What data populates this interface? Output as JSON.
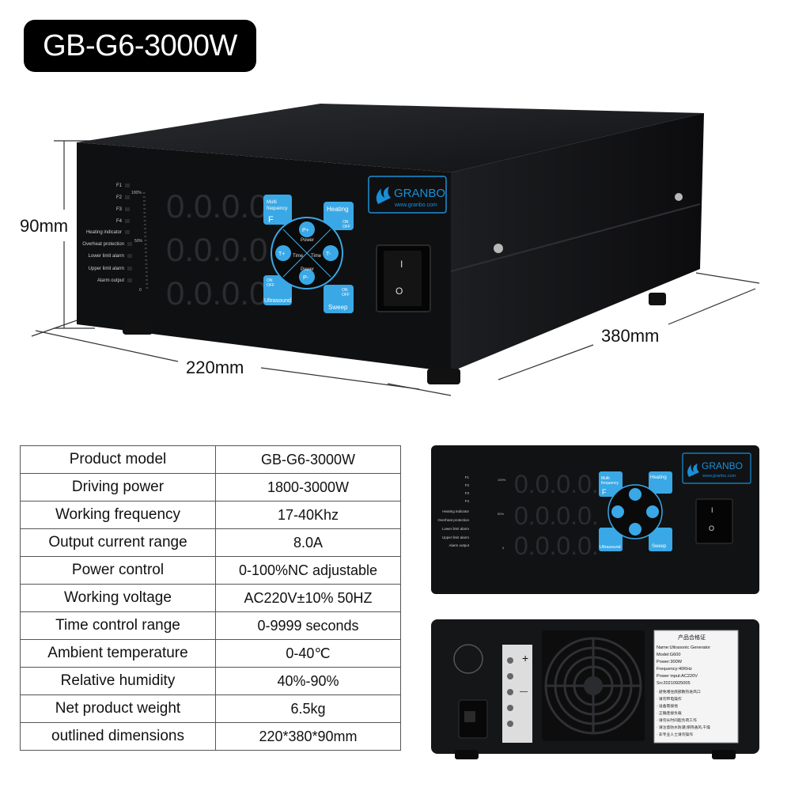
{
  "model_title": "GB-G6-3000W",
  "dimensions": {
    "height": "90mm",
    "depth": "380mm",
    "width": "220mm"
  },
  "panel": {
    "brand": "GRANBO",
    "brand_url": "www.granbo.com",
    "indicators": [
      "F1",
      "F2",
      "F3",
      "F4",
      "Heating indicator",
      "Overheat protection",
      "Lower limit alarm",
      "Upper limit alarm",
      "Alarm output"
    ],
    "scale": [
      "100%",
      "50%",
      "0"
    ],
    "digits": "0.0.0.0.",
    "buttons": {
      "multi_frequency": [
        "Multi",
        "frequency",
        "F"
      ],
      "heating": "Heating",
      "ultrasound": "Ultrasound",
      "sweep": "Sweep",
      "on": "ON",
      "off": "OFF",
      "p_plus": "P+",
      "p_minus": "P-",
      "t_plus": "T+",
      "t_minus": "T-",
      "power": "Power",
      "time": "Time"
    },
    "switch": {
      "on": "I",
      "off": "O"
    }
  },
  "rear_label": {
    "title": "产品合格证",
    "lines": [
      "Name:Ultrasonic Generator",
      "Model:G600",
      "Power:300W",
      "Frequency:40KHz",
      "Power input:AC220V",
      "Sn:20210925005"
    ],
    "notes": [
      "· 避免堵住底部散热进风口",
      "· 请勿带电操作",
      "· 设备需接地",
      "· 正确连接负载",
      "· 请勿长时间超负荷工作",
      "· 请注意防水防潮,保持通风,干燥",
      "· 非专业人士请勿操作"
    ],
    "terminal_plus": "+",
    "terminal_minus": "—"
  },
  "specs": [
    {
      "label": "Product model",
      "value": "GB-G6-3000W"
    },
    {
      "label": "Driving power",
      "value": "1800-3000W"
    },
    {
      "label": "Working frequency",
      "value": "17-40Khz"
    },
    {
      "label": "Output current range",
      "value": "8.0A"
    },
    {
      "label": "Power control",
      "value": "0-100%NC adjustable"
    },
    {
      "label": "Working voltage",
      "value": "AC220V±10% 50HZ"
    },
    {
      "label": "Time control range",
      "value": "0-9999 seconds"
    },
    {
      "label": "Ambient temperature",
      "value": "0-40℃"
    },
    {
      "label": "Relative humidity",
      "value": "40%-90%"
    },
    {
      "label": "Net product weight",
      "value": "6.5kg"
    },
    {
      "label": "outlined dimensions",
      "value": "220*380*90mm"
    }
  ],
  "colors": {
    "body": "#151618",
    "button": "#3aa8e6",
    "display_digits": "#2a2b2e",
    "brand": "#1a8fd8"
  }
}
